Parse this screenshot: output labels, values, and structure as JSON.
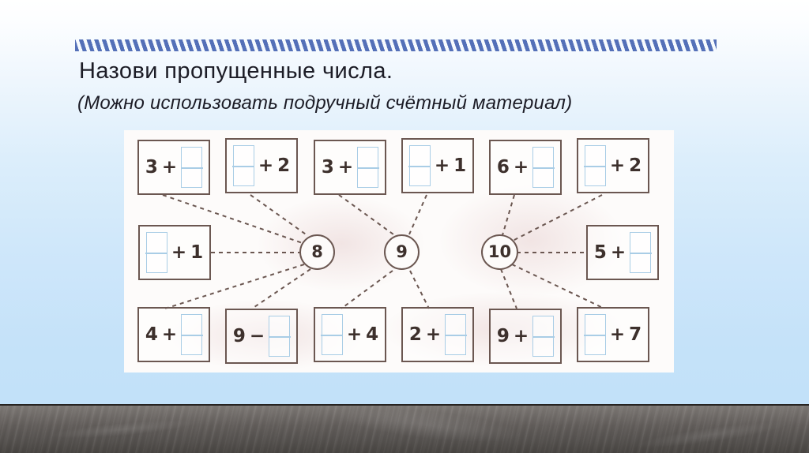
{
  "slide": {
    "title": "Назови  пропущенные числа.",
    "subtitle": "(Можно использовать подручный счётный материал)",
    "accent_color": "#5470b8",
    "panel_color": "#fdfbfa",
    "box_border_color": "#6b5751",
    "blank_color": "#a9cde6",
    "text_color": "#1c1c26"
  },
  "worksheet": {
    "blank_symbol": "",
    "rows": {
      "top": [
        {
          "left": "3",
          "op": "+",
          "right": "blank"
        },
        {
          "left": "blank",
          "op": "+",
          "right": "2"
        },
        {
          "left": "3",
          "op": "+",
          "right": "blank"
        },
        {
          "left": "blank",
          "op": "+",
          "right": "1"
        },
        {
          "left": "6",
          "op": "+",
          "right": "blank"
        },
        {
          "left": "blank",
          "op": "+",
          "right": "2"
        }
      ],
      "middle_left": {
        "left": "blank",
        "op": "+",
        "right": "1"
      },
      "middle_right": {
        "left": "5",
        "op": "+",
        "right": "blank"
      },
      "bottom": [
        {
          "left": "4",
          "op": "+",
          "right": "blank"
        },
        {
          "left": "9",
          "op": "−",
          "right": "blank"
        },
        {
          "left": "blank",
          "op": "+",
          "right": "4"
        },
        {
          "left": "2",
          "op": "+",
          "right": "blank"
        },
        {
          "left": "9",
          "op": "+",
          "right": "blank"
        },
        {
          "left": "blank",
          "op": "+",
          "right": "7"
        }
      ]
    },
    "targets": [
      {
        "value": "8"
      },
      {
        "value": "9"
      },
      {
        "value": "10"
      }
    ]
  }
}
